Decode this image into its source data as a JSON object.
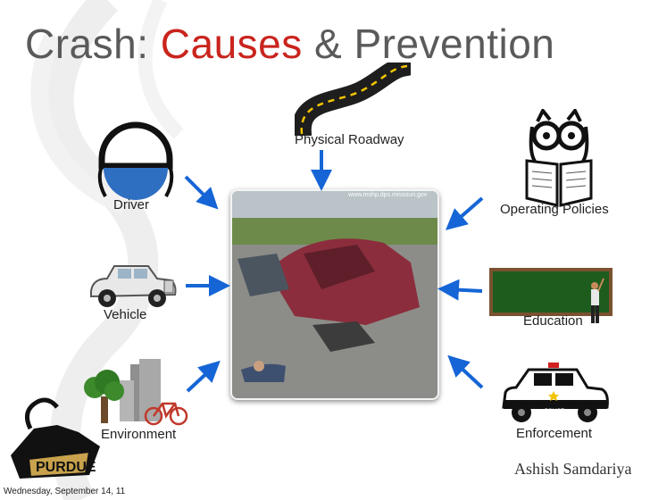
{
  "title": {
    "part1": "Crash: ",
    "accent": "Causes",
    "part2": " & Prevention"
  },
  "labels": {
    "physical_roadway": "Physical Roadway",
    "driver": "Driver",
    "operating_policies": "Operating Policies",
    "vehicle": "Vehicle",
    "education": "Education",
    "environment": "Environment",
    "enforcement": "Enforcement"
  },
  "photo_credit": "www.mshp.dps.missouri.gov",
  "police_text": "POLICE",
  "logo_text": "PURDUE",
  "author": "Ashish Samdariya",
  "date": "Wednesday, September 14, 11",
  "colors": {
    "title": "#5a5a5a",
    "accent": "#c9241d",
    "arrow": "#1565d6",
    "driver_blue": "#2f6fc2",
    "chalkboard": "#1e5c1e"
  }
}
